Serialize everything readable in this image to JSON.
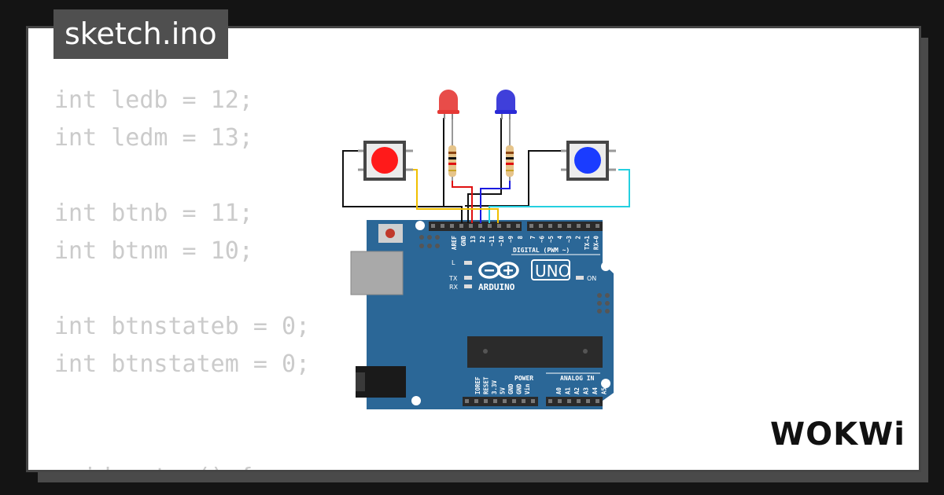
{
  "window": {
    "title": "sketch.ino"
  },
  "code": {
    "lines": [
      "int ledb = 12;",
      "int ledm = 13;",
      "",
      "int btnb = 11;",
      "int btnm = 10;",
      "",
      "int btnstateb = 0;",
      "int btnstatem = 0;",
      "",
      "",
      "void setup() {"
    ]
  },
  "board": {
    "logo_text": "UNO",
    "brand_text": "ARDUINO",
    "header_digital": "DIGITAL (PWM ~)",
    "header_analog": "ANALOG IN",
    "header_power": "POWER",
    "on_label": "ON",
    "led_labels": [
      "L",
      "TX",
      "RX"
    ],
    "top_pins": [
      "AREF",
      "GND",
      "13",
      "12",
      "~11",
      "~10",
      "~9",
      "8",
      "7",
      "~6",
      "~5",
      "4",
      "~3",
      "2",
      "TX→1",
      "RX←0"
    ],
    "power_pins": [
      "IOREF",
      "RESET",
      "3.3V",
      "5V",
      "GND",
      "GND",
      "Vin"
    ],
    "analog_pins": [
      "A0",
      "A1",
      "A2",
      "A3",
      "A4",
      "A5"
    ]
  },
  "components": {
    "led_colors": [
      "#e53935",
      "#2a2ad6"
    ],
    "button_colors": [
      "#ff1a1a",
      "#1a3cff"
    ]
  },
  "colors": {
    "wire_black": "#111111",
    "wire_red": "#e01010",
    "wire_blue": "#1a1ae0",
    "wire_cyan": "#25d0e0",
    "wire_yellow": "#f0c000",
    "board_blue": "#2b6797"
  },
  "brand": {
    "logo": "WOKWi"
  }
}
